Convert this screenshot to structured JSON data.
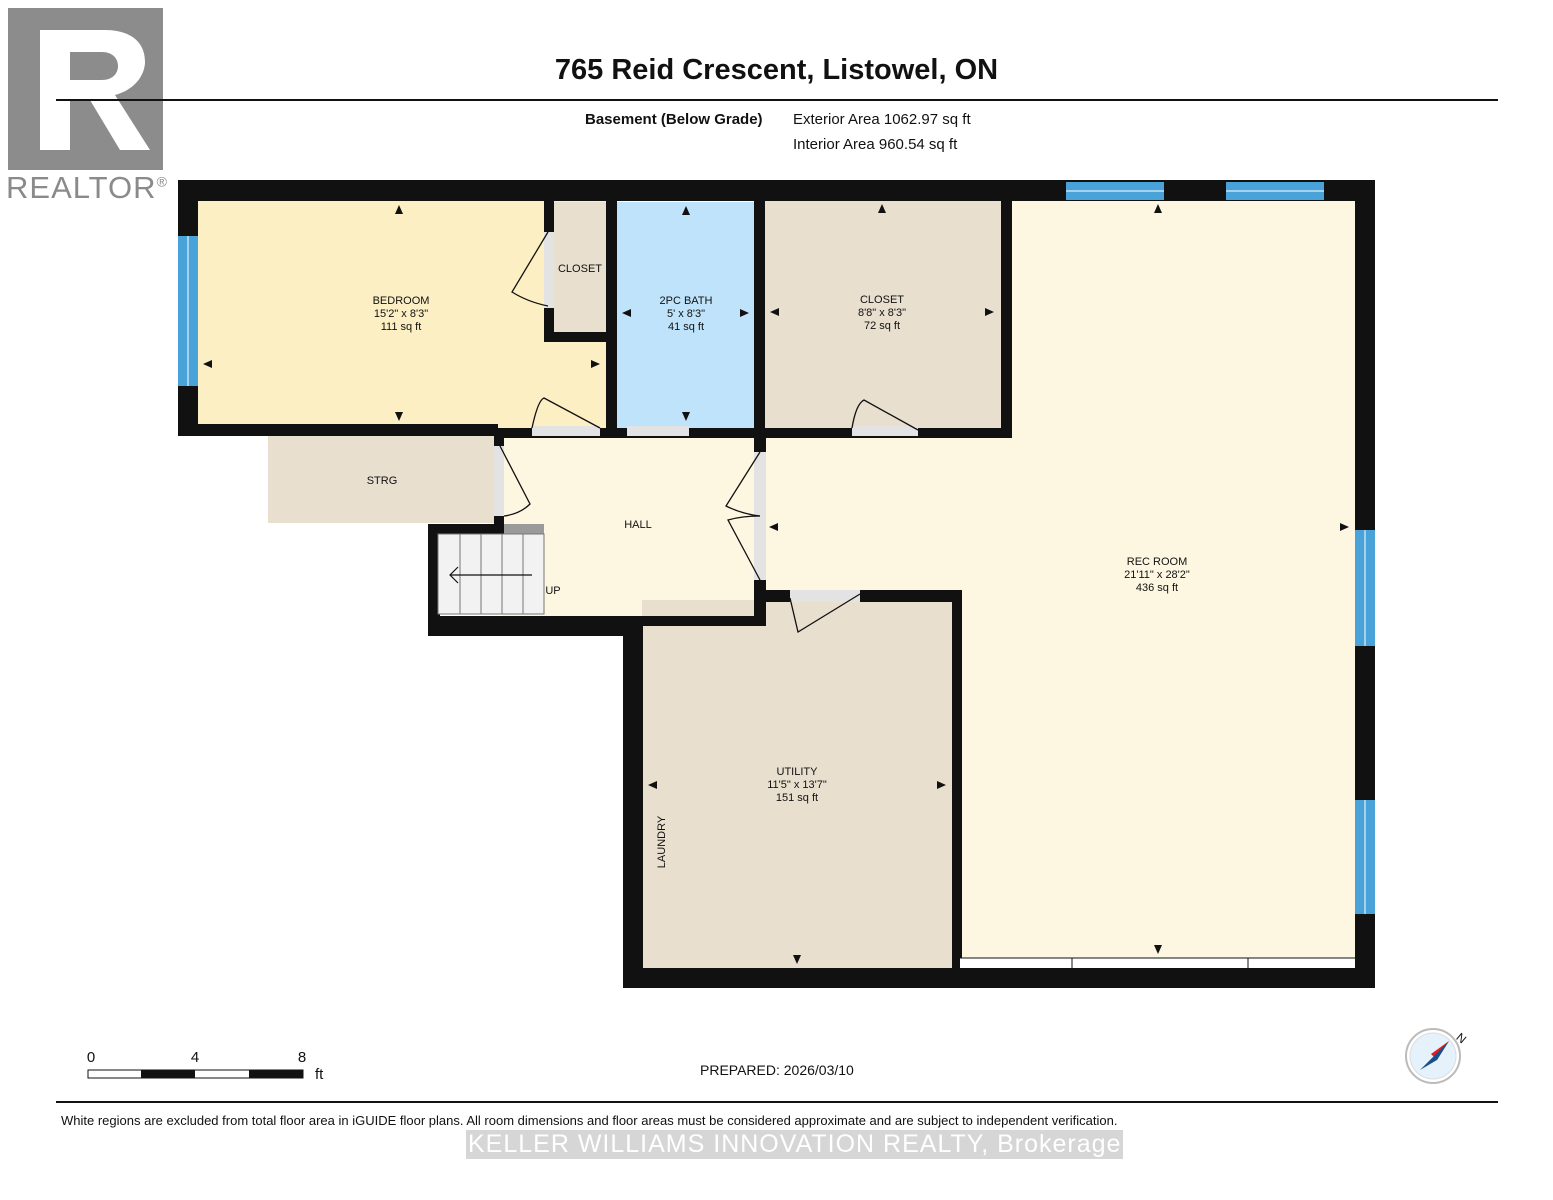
{
  "header": {
    "title": "765 Reid Crescent, Listowel, ON",
    "level_label": "Basement (Below Grade)",
    "exterior_area": "Exterior Area 1062.97 sq ft",
    "interior_area": "Interior Area 960.54 sq ft"
  },
  "logo": {
    "text": "REALTOR",
    "mark": "®"
  },
  "rooms": {
    "bedroom": {
      "name": "BEDROOM",
      "dims": "15'2\" x 8'3\"",
      "area": "111 sq ft"
    },
    "bed_closet": {
      "name": "CLOSET"
    },
    "bath": {
      "name": "2PC BATH",
      "dims": "5' x 8'3\"",
      "area": "41 sq ft"
    },
    "closet": {
      "name": "CLOSET",
      "dims": "8'8\" x 8'3\"",
      "area": "72 sq ft"
    },
    "rec": {
      "name": "REC ROOM",
      "dims": "21'11\" x 28'2\"",
      "area": "436 sq ft"
    },
    "strg": {
      "name": "STRG"
    },
    "hall": {
      "name": "HALL"
    },
    "stairs": {
      "label": "UP"
    },
    "utility": {
      "name": "UTILITY",
      "dims": "11'5\" x 13'7\"",
      "area": "151 sq ft"
    },
    "laundry": {
      "name": "LAUNDRY"
    }
  },
  "scale_bar": {
    "ticks": [
      "0",
      "4",
      "8"
    ],
    "unit": "ft"
  },
  "compass": {
    "label": "N",
    "icon": "compass-icon"
  },
  "footer": {
    "prepared": "PREPARED: 2026/03/10",
    "disclaimer": "White regions are excluded from total floor area in iGUIDE floor plans. All room dimensions and floor areas must be considered approximate and are subject to independent verification.",
    "brokerage": "KELLER WILLIAMS INNOVATION REALTY, Brokerage"
  },
  "colors": {
    "wall": "#111111",
    "window": "#4aa3d8",
    "bedroom": "#fcefc4",
    "bath": "#bfe3fb",
    "closet": "#e8dfcf",
    "rec": "#fdf7e2",
    "utility": "#e8dfcf",
    "hall": "#fdf7e2",
    "strg": "#e8dfcf"
  }
}
